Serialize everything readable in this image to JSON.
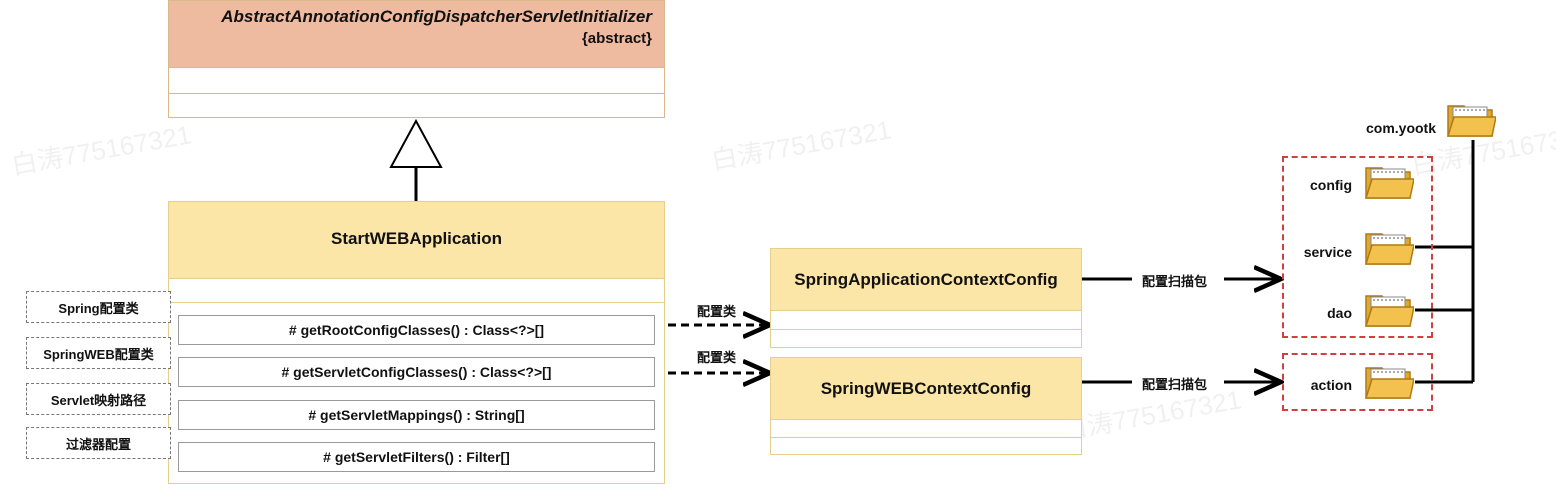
{
  "watermark": "白涛775167321",
  "abstract_class": {
    "name": "AbstractAnnotationConfigDispatcherServletInitializer",
    "stereotype": "{abstract}"
  },
  "main_class": {
    "name": "StartWEBApplication",
    "methods": [
      "# getRootConfigClasses() : Class<?>[]",
      "# getServletConfigClasses() : Class<?>[]",
      "# getServletMappings() : String[]",
      "# getServletFilters() : Filter[]"
    ]
  },
  "notes": [
    "Spring配置类",
    "SpringWEB配置类",
    "Servlet映射路径",
    "过滤器配置"
  ],
  "config_classes": [
    {
      "name": "SpringApplicationContextConfig",
      "edge_label": "配置类",
      "scan_label": "配置扫描包"
    },
    {
      "name": "SpringWEBContextConfig",
      "edge_label": "配置类",
      "scan_label": "配置扫描包"
    }
  ],
  "packages": {
    "root": "com.yootk",
    "children": [
      "config",
      "service",
      "dao",
      "action"
    ]
  },
  "colors": {
    "abstract_header": "#eebaa0",
    "class_header": "#fbe6a8",
    "group_border": "#d04040",
    "folder": "#f2c14e"
  },
  "icons": [
    "folder-icon"
  ]
}
